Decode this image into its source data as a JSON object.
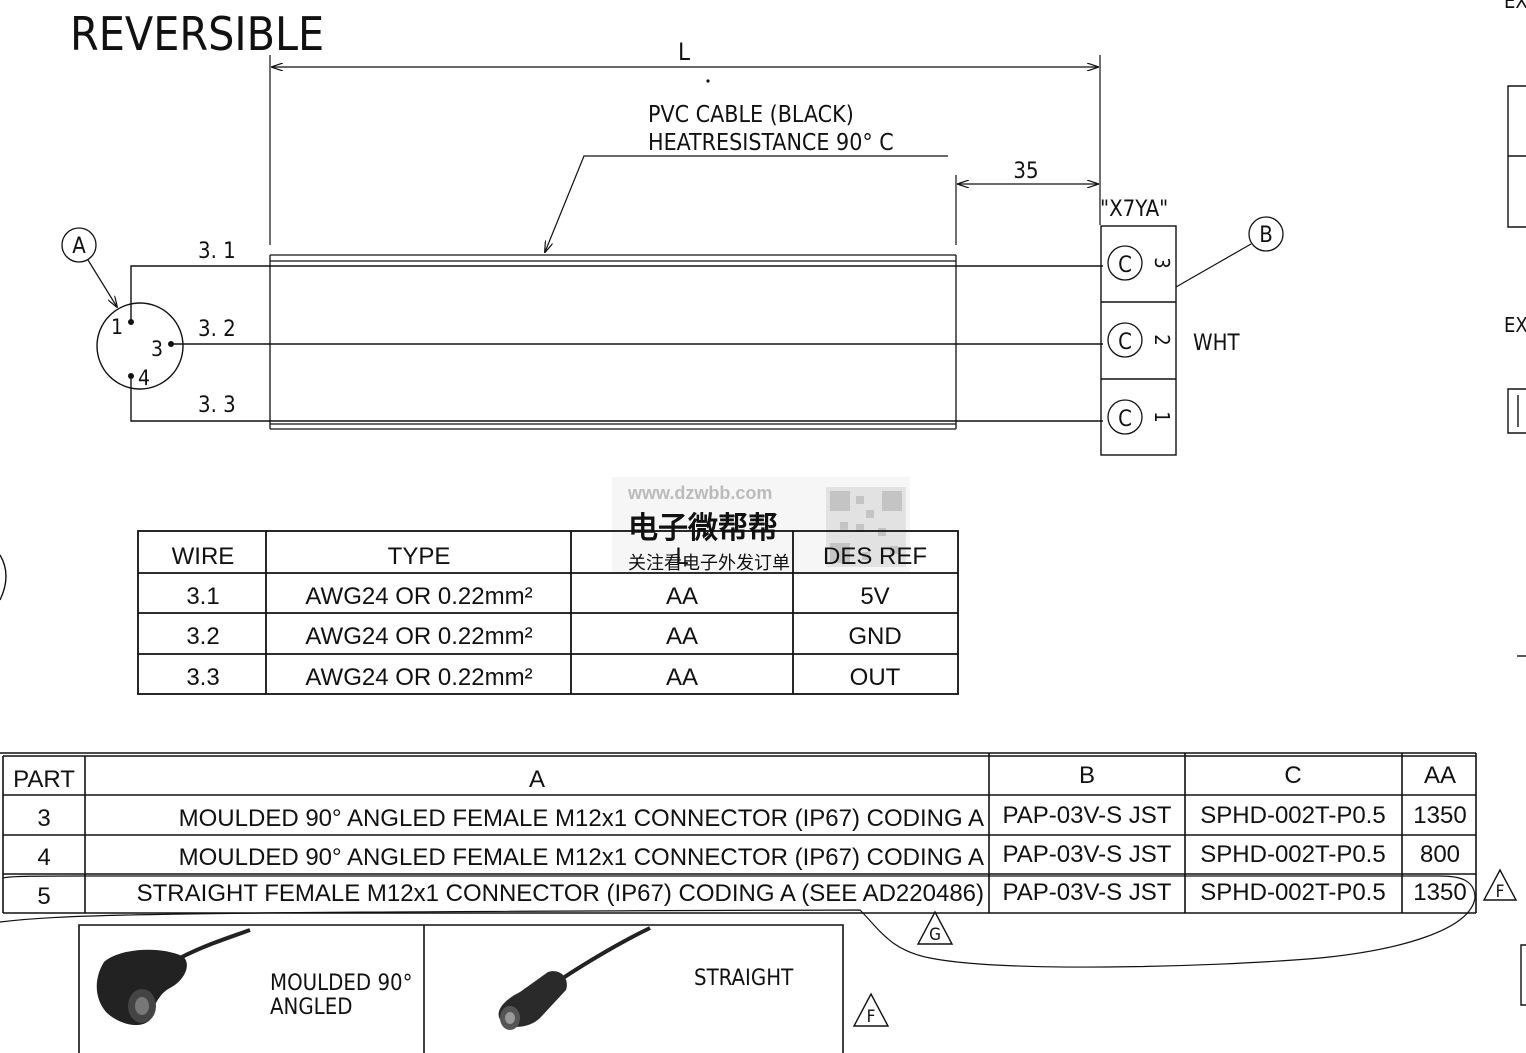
{
  "title": "REVERSIBLE",
  "dimensions": {
    "length_label": "L",
    "end_length": "35"
  },
  "cable_note": {
    "line1": "PVC CABLE (BLACK)",
    "line2": "HEATRESISTANCE 90°  C"
  },
  "callouts": {
    "a": "A",
    "b": "B"
  },
  "connector_a": {
    "pins": [
      "1",
      "3",
      "4"
    ]
  },
  "connector_b": {
    "housing": "\"X7YA\"",
    "contact_symbol": "C",
    "positions": [
      "3",
      "2",
      "1"
    ],
    "color_note": "WHT"
  },
  "wires": [
    {
      "id": "3. 1"
    },
    {
      "id": "3. 2"
    },
    {
      "id": "3. 3"
    }
  ],
  "wire_table": {
    "headers": [
      "WIRE",
      "TYPE",
      "L",
      "DES REF"
    ],
    "rows": [
      [
        "3.1",
        "AWG24 OR 0.22mm²",
        "AA",
        "5V"
      ],
      [
        "3.2",
        "AWG24 OR 0.22mm²",
        "AA",
        "GND"
      ],
      [
        "3.3",
        "AWG24 OR 0.22mm²",
        "AA",
        "OUT"
      ]
    ]
  },
  "parts_table": {
    "headers": [
      "PART",
      "A",
      "B",
      "C",
      "AA"
    ],
    "rows": [
      [
        "3",
        "MOULDED 90° ANGLED FEMALE M12x1 CONNECTOR (IP67) CODING A",
        "PAP-03V-S JST",
        "SPHD-002T-P0.5",
        "1350"
      ],
      [
        "4",
        "MOULDED 90° ANGLED FEMALE M12x1 CONNECTOR (IP67) CODING A",
        "PAP-03V-S JST",
        "SPHD-002T-P0.5",
        "800"
      ],
      [
        "5",
        "STRAIGHT  FEMALE M12x1 CONNECTOR (IP67) CODING A (SEE AD220486)",
        "PAP-03V-S JST",
        "SPHD-002T-P0.5",
        "1350"
      ]
    ]
  },
  "revision_marks": {
    "f": "F",
    "g": "G"
  },
  "photo_panel": {
    "angled_line1": "MOULDED 90°",
    "angled_line2": "ANGLED",
    "straight": "STRAIGHT"
  },
  "edge_labels": {
    "ex1": "EX",
    "ex2": "EX"
  },
  "watermark": {
    "url": "www.dzwbb.com",
    "name": "电子微帮帮",
    "slogan": "关注看电子外发订单"
  }
}
